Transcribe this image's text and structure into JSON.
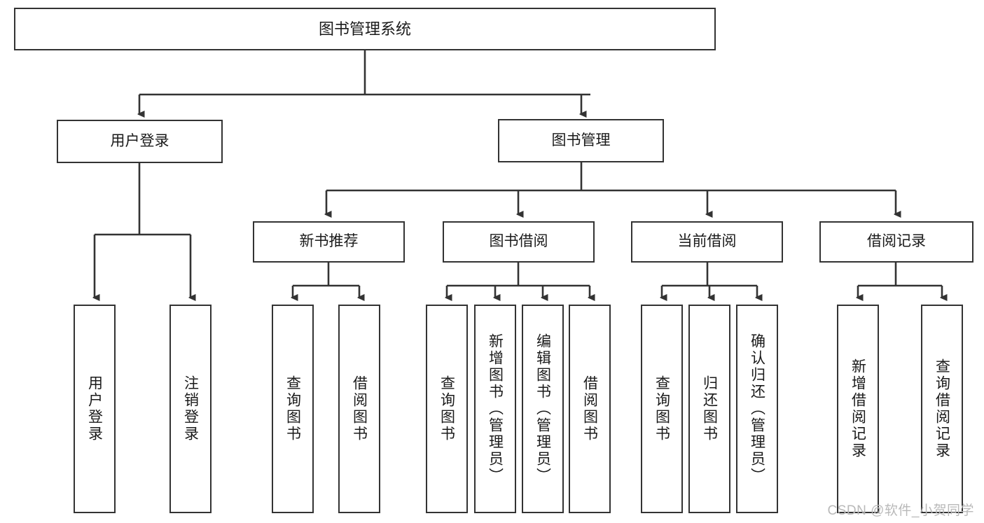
{
  "diagram": {
    "title": "图书管理系统",
    "root": {
      "id": "root",
      "label": "图书管理系统"
    },
    "level1": [
      {
        "id": "user-login",
        "label": "用户登录"
      },
      {
        "id": "book-management",
        "label": "图书管理"
      }
    ],
    "level2": [
      {
        "id": "new-book-recommend",
        "label": "新书推荐",
        "parent": "book-management"
      },
      {
        "id": "book-borrow",
        "label": "图书借阅",
        "parent": "book-management"
      },
      {
        "id": "current-borrow",
        "label": "当前借阅",
        "parent": "book-management"
      },
      {
        "id": "borrow-record",
        "label": "借阅记录",
        "parent": "book-management"
      }
    ],
    "leaves": [
      {
        "id": "leaf-user-login",
        "label": "用户登录",
        "parent": "user-login"
      },
      {
        "id": "leaf-user-logout",
        "label": "注销登录",
        "parent": "user-login"
      },
      {
        "id": "leaf-query-book-1",
        "label": "查询图书",
        "parent": "new-book-recommend"
      },
      {
        "id": "leaf-borrow-book-1",
        "label": "借阅图书",
        "parent": "new-book-recommend"
      },
      {
        "id": "leaf-query-book-2",
        "label": "查询图书",
        "parent": "book-borrow"
      },
      {
        "id": "leaf-add-book",
        "label": "新增图书（管理员）",
        "parent": "book-borrow"
      },
      {
        "id": "leaf-edit-book",
        "label": "编辑图书（管理员）",
        "parent": "book-borrow"
      },
      {
        "id": "leaf-borrow-book-2",
        "label": "借阅图书",
        "parent": "book-borrow"
      },
      {
        "id": "leaf-query-book-3",
        "label": "查询图书",
        "parent": "current-borrow"
      },
      {
        "id": "leaf-return-book",
        "label": "归还图书",
        "parent": "current-borrow"
      },
      {
        "id": "leaf-confirm-return",
        "label": "确认归还（管理员）",
        "parent": "current-borrow"
      },
      {
        "id": "leaf-add-record",
        "label": "新增借阅记录",
        "parent": "borrow-record"
      },
      {
        "id": "leaf-query-record",
        "label": "查询借阅记录",
        "parent": "borrow-record"
      }
    ],
    "colors": {
      "border": "#333333",
      "background": "#ffffff",
      "text": "#1a1a1a",
      "edge": "#333333",
      "watermark": "#b9b9b9"
    }
  },
  "watermark": {
    "text": "CSDN @软件_小贺同学"
  }
}
